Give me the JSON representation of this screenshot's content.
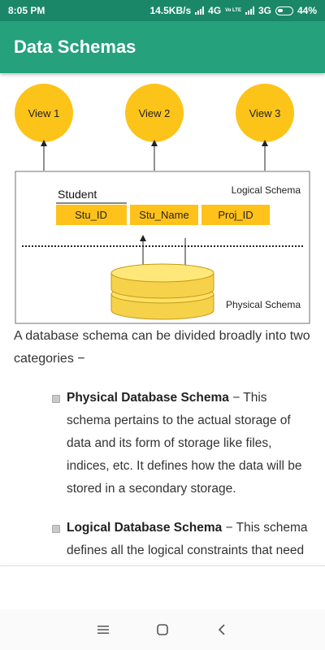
{
  "status_bar": {
    "time": "8:05 PM",
    "speed": "14.5KB/s",
    "net1": "4G",
    "volte": "Vo LTE",
    "net2": "3G",
    "battery": "44%"
  },
  "app_bar": {
    "title": "Data Schemas"
  },
  "diagram": {
    "views": [
      "View 1",
      "View 2",
      "View 3"
    ],
    "table_title": "Student",
    "columns": [
      "Stu_ID",
      "Stu_Name",
      "Proj_ID"
    ],
    "logical_label": "Logical Schema",
    "physical_label": "Physical Schema"
  },
  "content": {
    "intro": "A database schema can be divided broadly into two categories −",
    "items": [
      {
        "term": "Physical Database Schema",
        "desc": " − This schema pertains to the actual storage of data and its form of storage like files, indices, etc. It defines how the data will be stored in a secondary storage."
      },
      {
        "term": "Logical Database Schema",
        "desc": " − This schema defines all the logical constraints that need to be applied on the data stored."
      }
    ]
  },
  "colors": {
    "status_bar": "#1a8768",
    "app_bar": "#25a17c",
    "circle": "#fcc419",
    "column": "#ffc21a"
  }
}
